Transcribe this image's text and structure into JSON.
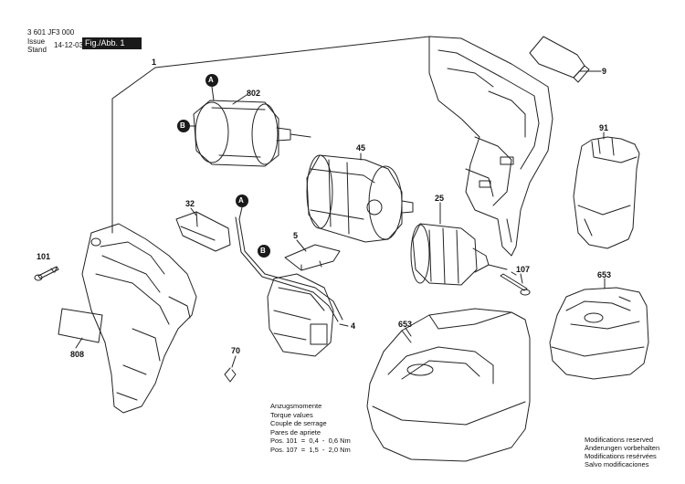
{
  "header": {
    "part_number": "3 601 JF3 000",
    "issue_label": "Issue",
    "stand_label": "Stand",
    "date": "14-12-03",
    "fig_label": "Fig./Abb. 1"
  },
  "parts": {
    "p1": "1",
    "p802": "802",
    "p45": "45",
    "p25": "25",
    "p9": "9",
    "p91": "91",
    "p32": "32",
    "p5": "5",
    "p101": "101",
    "p107": "107",
    "p653a": "653",
    "p653b": "653",
    "p808": "808",
    "p70": "70",
    "p4": "4"
  },
  "badges": {
    "a1": "A",
    "b1": "B",
    "a2": "A",
    "b2": "B"
  },
  "torque": {
    "line1": "Anzugsmomente",
    "line2": "Torque values",
    "line3": "Couple de serrage",
    "line4": "Pares de apriete",
    "pos101": "Pos. 101  =  0,4  -  0,6 Nm",
    "pos107": "Pos. 107  =  1,5  -  2,0 Nm"
  },
  "modifications": {
    "line1": "Modifications reserved",
    "line2": "Änderungen vorbehalten",
    "line3": "Modifications resérvées",
    "line4": "Salvo modificaciones"
  }
}
